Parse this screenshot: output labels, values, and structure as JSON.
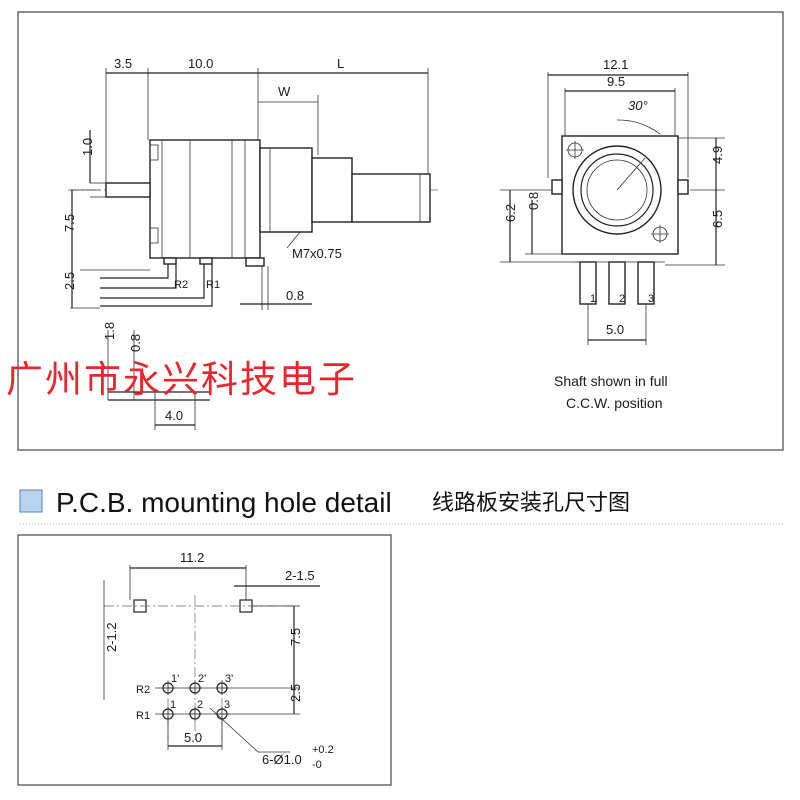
{
  "top_drawing": {
    "side_dims": {
      "d_3_5": "3.5",
      "d_10_0": "10.0",
      "d_L": "L",
      "d_W": "W",
      "d_1_0": "1.0",
      "d_7_5": "7.5",
      "d_2_5": "2.5",
      "d_0_8_pin": "0.8",
      "d_1_8": "1.8",
      "d_0_8_small": "0.8",
      "d_4_0": "4.0",
      "thread": "M7x0.75",
      "pin_r2": "R2",
      "pin_r1": "R1"
    },
    "front_dims": {
      "d_12_1": "12.1",
      "d_9_5": "9.5",
      "angle": "30°",
      "d_4_9": "4.9",
      "d_6_5": "6.5",
      "d_6_2": "6.2",
      "d_0_8": "0.8",
      "d_5_0": "5.0",
      "pin_1": "1",
      "pin_2": "2",
      "pin_3": "3"
    },
    "note_line1": "Shaft shown in full",
    "note_line2": "C.C.W. position",
    "watermark": "广州市永兴科技电子"
  },
  "section": {
    "title": "P.C.B. mounting hole detail",
    "title_cn": "线路板安装孔尺寸图",
    "marker_color": "#b8d4f0"
  },
  "pcb_drawing": {
    "d_11_2": "11.2",
    "d_2_1_5": "2-1.5",
    "d_2_1_2": "2-1.2",
    "d_7_5": "7.5",
    "d_2_5": "2.5",
    "d_5_0": "5.0",
    "hole_note": "6-Ø1.0",
    "tol_plus": "+0.2",
    "tol_minus": "-0",
    "row_r2": "R2",
    "row_r1": "R1",
    "pins_top": [
      "1'",
      "2'",
      "3'"
    ],
    "pins_bottom": [
      "1",
      "2",
      "3"
    ]
  }
}
